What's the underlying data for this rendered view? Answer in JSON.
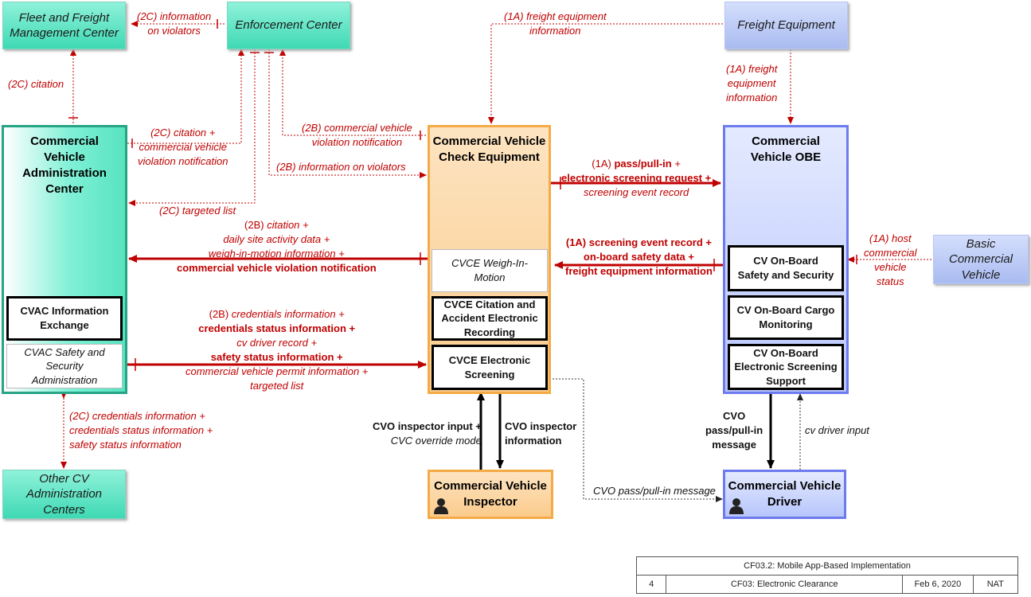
{
  "external": {
    "fleet": "Fleet and Freight Management Center",
    "enforcement": "Enforcement Center",
    "freight_equipment": "Freight Equipment",
    "other_cvac": "Other CV Administration Centers",
    "basic_cv": "Basic Commercial Vehicle"
  },
  "cvac": {
    "title": "Commercial Vehicle Administration Center",
    "sub1": "CVAC Information Exchange",
    "sub2": "CVAC Safety and Security Administration"
  },
  "cvce": {
    "title": "Commercial Vehicle Check Equipment",
    "sub1": "CVCE Weigh-In-Motion",
    "sub2": "CVCE Citation and Accident Electronic Recording",
    "sub3": "CVCE Electronic Screening"
  },
  "obe": {
    "title": "Commercial Vehicle OBE",
    "sub1": "CV On-Board Safety and Security",
    "sub2": "CV On-Board Cargo Monitoring",
    "sub3": "CV On-Board Electronic Screening Support"
  },
  "people": {
    "inspector": "Commercial Vehicle Inspector",
    "driver": "Commercial Vehicle Driver"
  },
  "flows": {
    "enf_fleet": [
      "(2C) information",
      "on violators"
    ],
    "fleet_citation": "(2C) citation",
    "freight_cvce": [
      "(1A) freight equipment",
      "information"
    ],
    "freight_obe": [
      "(1A) freight",
      "equipment",
      "information"
    ],
    "cvac_enf": [
      "(2C) citation +",
      "commercial vehicle",
      "violation notification"
    ],
    "targeted": "(2C) targeted list",
    "cvce_enf": [
      "(2B) commercial vehicle",
      "violation notification"
    ],
    "enf_cvce": "(2B) information on violators",
    "cvce_obe": {
      "l1a": "(1A) ",
      "l1b": "pass/pull-in",
      "l1c": " +",
      "l2": "electronic screening request +",
      "l3": "screening event record"
    },
    "obe_cvce": [
      "(1A) screening event record +",
      "on-board safety data +",
      "freight equipment information"
    ],
    "basic_obe": [
      "(1A) host",
      "commercial",
      "vehicle",
      "status"
    ],
    "cvce_cvac": {
      "l1a": "(2B) ",
      "l1b": "citation +",
      "l2": "daily site activity data +",
      "l3": "weigh-in-motion information +",
      "l4": "commercial vehicle violation notification"
    },
    "cvac_cvce": {
      "l1a": "(2B) ",
      "l1b": "credentials information +",
      "l2": "credentials status information +",
      "l3": "cv driver record +",
      "l4": "safety status information +",
      "l5": "commercial vehicle permit information +",
      "l6": "targeted list"
    },
    "cvac_other": [
      "(2C) credentials information +",
      "credentials status information +",
      "safety status information"
    ],
    "insp_input": [
      "CVO inspector input +",
      "CVC override mode"
    ],
    "insp_info": [
      "CVO inspector",
      "information"
    ],
    "cvo_passpull": [
      "CVO",
      "pass/pull-in",
      "message"
    ],
    "cv_driver_input": "cv driver input",
    "cvo_pass_msg": "CVO pass/pull-in message"
  },
  "title_block": {
    "title": "CF03.2: Mobile App-Based Implementation",
    "number": "4",
    "name": "CF03: Electronic Clearance",
    "date": "Feb 6, 2020",
    "author": "NAT"
  },
  "colors": {
    "flow_red": "#c00000",
    "cvac_border": "#26a485",
    "cvce_border": "#f4ab47",
    "obe_border": "#6e7bef"
  }
}
